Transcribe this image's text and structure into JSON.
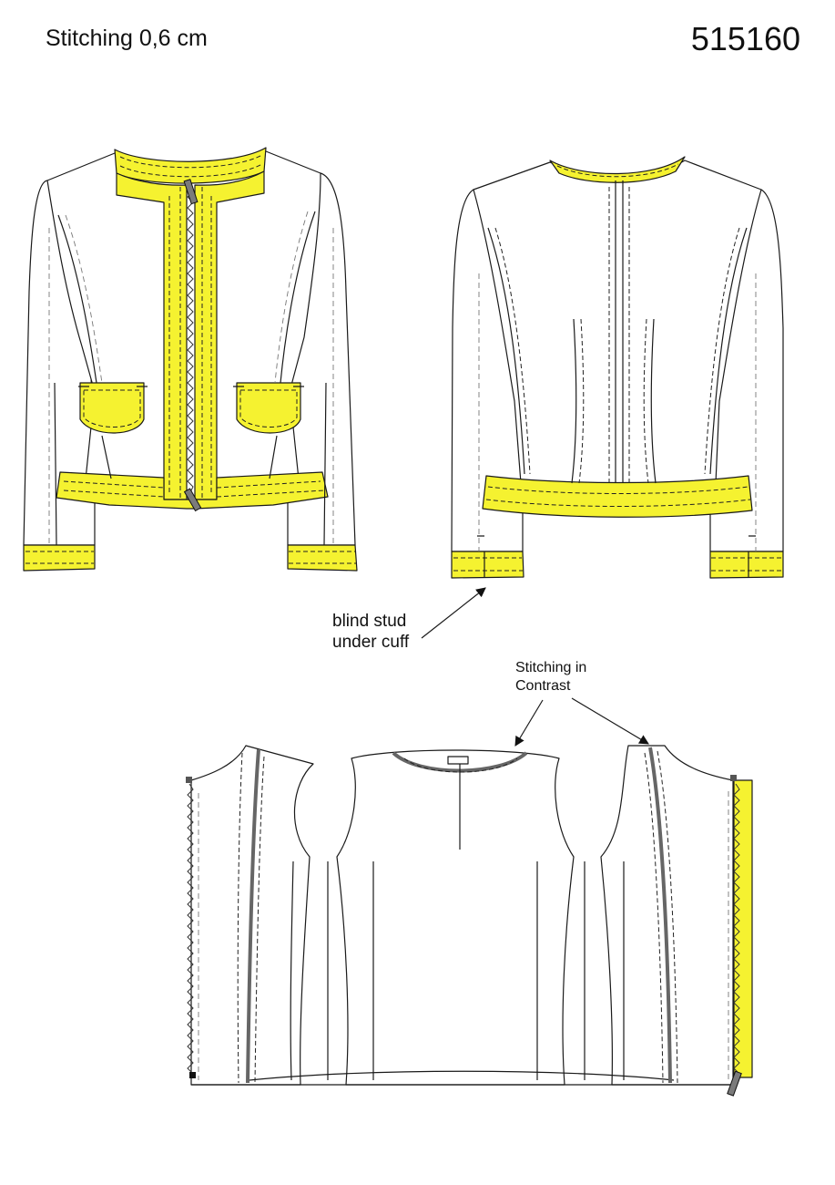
{
  "header": {
    "stitching_note": "Stitching 0,6 cm",
    "style_number": "515160"
  },
  "annotations": {
    "blind_stud_line1": "blind stud",
    "blind_stud_line2": "under cuff",
    "stitching_contrast_line1": "Stitching in",
    "stitching_contrast_line2": "Contrast"
  },
  "colors": {
    "trim_yellow": "#f5f230",
    "outline": "#1a1a1a",
    "contrast_stitch_gray": "#666666"
  }
}
